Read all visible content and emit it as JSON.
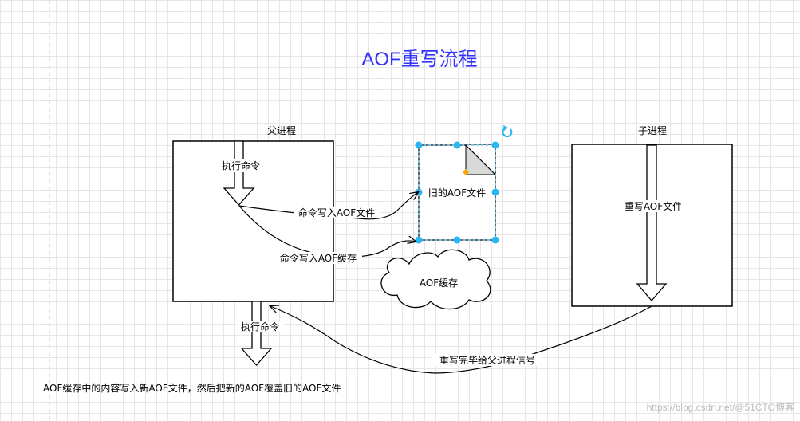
{
  "title": "AOF重写流程",
  "parent_process": {
    "label": "父进程",
    "exec_cmd_label": "执行命令",
    "bottom_exec_cmd_label": "执行命令"
  },
  "child_process": {
    "label": "子进程",
    "rewrite_label": "重写AOF文件"
  },
  "old_aof_file": {
    "label": "旧的AOF文件"
  },
  "aof_buffer": {
    "label": "AOF缓存"
  },
  "edges": {
    "write_aof_file": "命令写入AOF文件",
    "write_aof_buffer": "命令写入AOF缓存",
    "rewrite_done_signal": "重写完毕给父进程信号"
  },
  "bottom_note": "AOF缓存中的内容写入新AOF文件，然后把新的AOF覆盖旧的AOF文件",
  "watermark": "https://blog.csdn.net/@51CTO博客",
  "colors": {
    "title": "#3333ff",
    "selection": "#29b6f2",
    "handle": "#ffa500"
  }
}
